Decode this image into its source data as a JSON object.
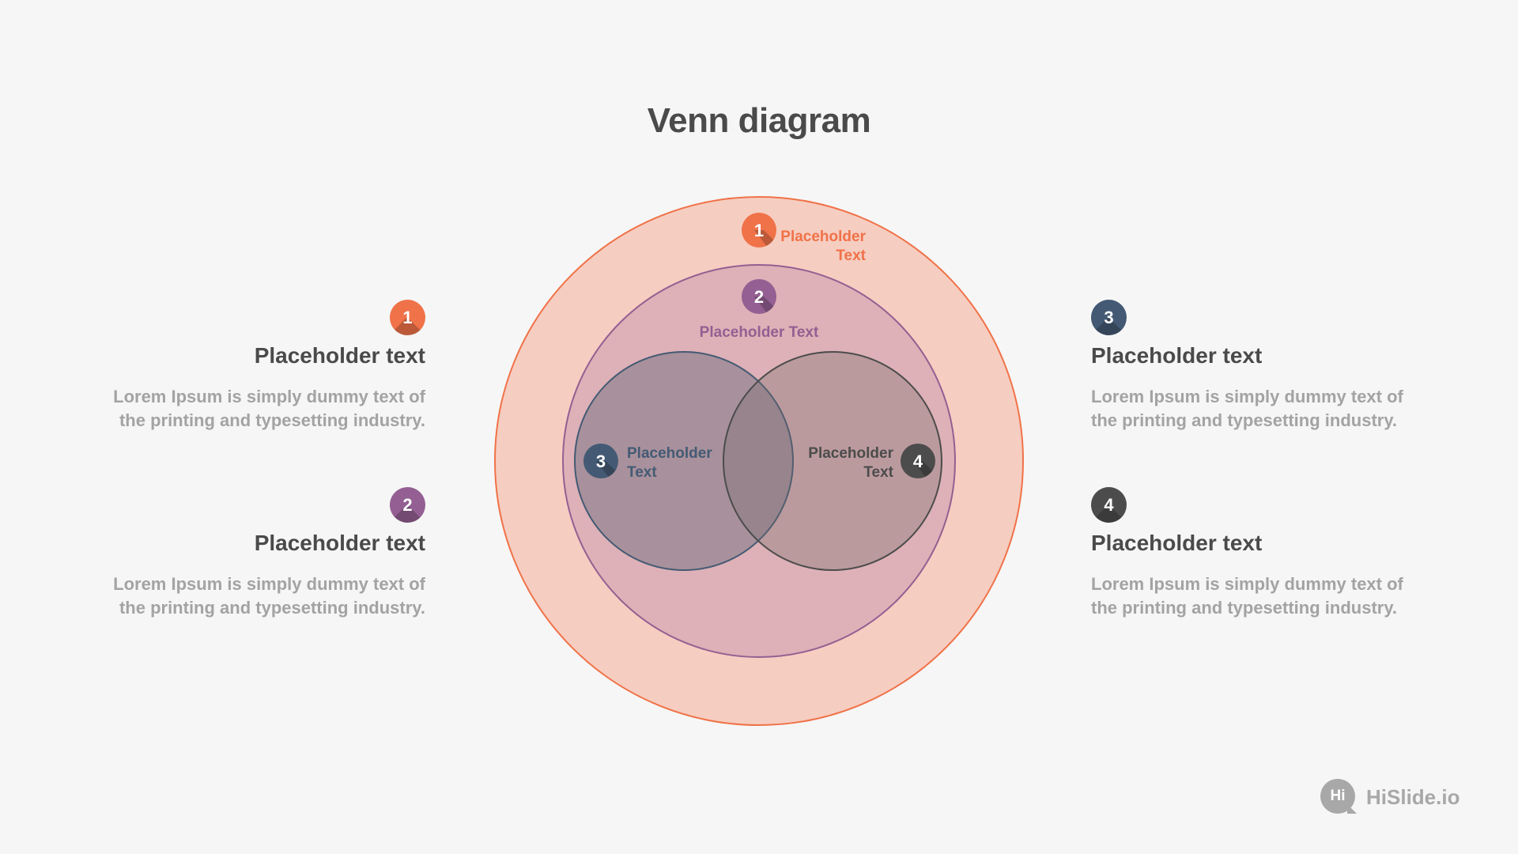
{
  "title": "Venn diagram",
  "colors": {
    "orange": "#f07248",
    "purple": "#945f92",
    "navy": "#445a74",
    "dark": "#4c4c4c",
    "outer_fill": "#f6cdc1",
    "middle_fill": "#ddb1b7",
    "heading": "#4a4a4a",
    "body": "#a3a3a3"
  },
  "diagram": {
    "labels": [
      {
        "number": "1",
        "text_lines": [
          "Placeholder",
          "Text"
        ]
      },
      {
        "number": "2",
        "text_lines": [
          "Placeholder Text"
        ]
      },
      {
        "number": "3",
        "text_lines": [
          "Placeholder",
          "Text"
        ]
      },
      {
        "number": "4",
        "text_lines": [
          "Placeholder",
          "Text"
        ]
      }
    ]
  },
  "items": [
    {
      "number": "1",
      "heading": "Placeholder text",
      "body_line1": "Lorem Ipsum is simply dummy text of",
      "body_line2": "the printing and typesetting industry."
    },
    {
      "number": "2",
      "heading": "Placeholder text",
      "body_line1": "Lorem Ipsum is simply dummy text of",
      "body_line2": "the printing and typesetting industry."
    },
    {
      "number": "3",
      "heading": "Placeholder text",
      "body_line1": "Lorem Ipsum is simply dummy text of",
      "body_line2": "the printing and typesetting industry."
    },
    {
      "number": "4",
      "heading": "Placeholder text",
      "body_line1": "Lorem Ipsum is simply dummy text of",
      "body_line2": "the printing and typesetting industry."
    }
  ],
  "brand": {
    "badge": "Hi",
    "name": "HiSlide.io"
  }
}
